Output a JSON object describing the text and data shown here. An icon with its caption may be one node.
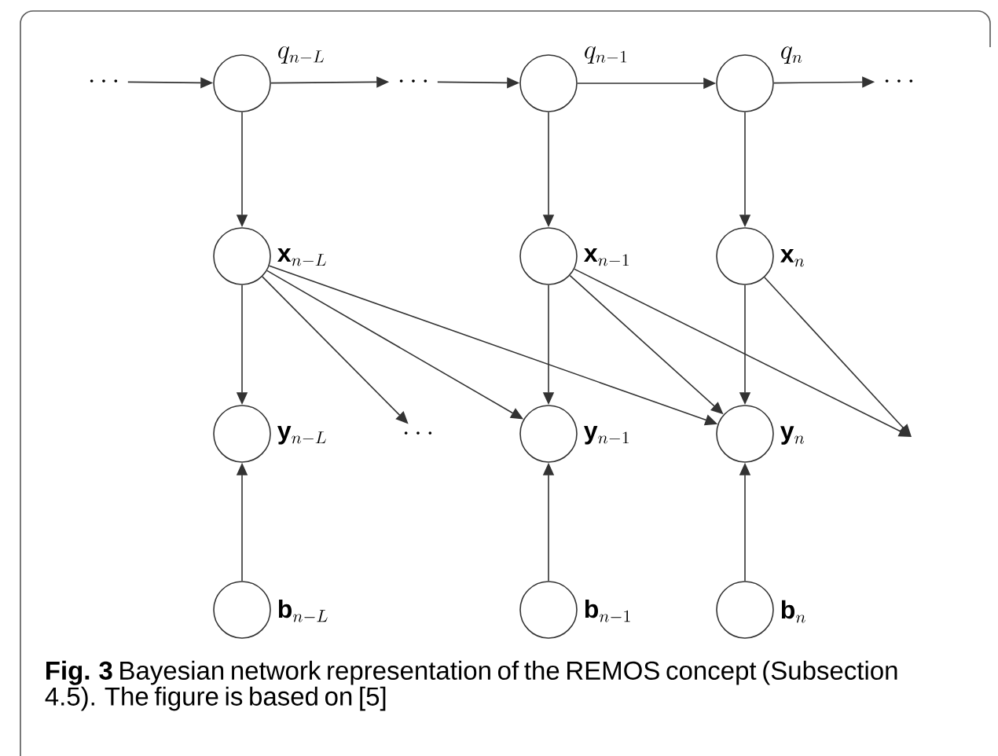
{
  "diagram": {
    "caption": "**Fig. 3** Bayesian network representation of the REMOS concept (Subsection 4.5). The figure is based on [5]",
    "nodes": [
      {
        "text": [
          "\\cdots"
        ]
      },
      {
        "text": [],
        "shape": "circle",
        "beside": [
          "q_{n-L}"
        ]
      },
      {
        "text": [
          "\\cdots"
        ]
      },
      {
        "text": [],
        "shape": "circle",
        "beside": [
          "q_{n-1}"
        ]
      },
      {
        "text": [],
        "shape": "circle",
        "beside": [
          "q_{n}"
        ]
      },
      {
        "text": [
          "\\cdots"
        ]
      },
      {
        "text": [],
        "shape": "circle",
        "beside": [
          "\\mathbf{x}_{n-L}"
        ]
      },
      {
        "text": [],
        "shape": "circle",
        "beside": [
          "\\mathbf{x}_{n-1}"
        ]
      },
      {
        "text": [],
        "shape": "circle",
        "beside": [
          "\\mathbf{x}_{n}"
        ]
      },
      {
        "text": [],
        "shape": "circle",
        "beside": [
          "\\mathbf{y}_{n-L}"
        ]
      },
      {
        "text": [
          "\\cdots"
        ]
      },
      {
        "text": [],
        "shape": "circle",
        "beside": [
          "\\mathbf{y}_{n-1}"
        ]
      },
      {
        "text": [],
        "shape": "circle",
        "beside": [
          "\\mathbf{y}_{n}"
        ]
      },
      {
        "text": [],
        "shape": "circle",
        "beside": [
          "\\mathbf{b}_{n-L}"
        ]
      },
      {
        "text": [],
        "shape": "circle",
        "beside": [
          "\\mathbf{b}_{n-1}"
        ]
      },
      {
        "text": [],
        "shape": "circle",
        "beside": [
          "\\mathbf{b}_{n}"
        ]
      }
    ],
    "edges": [
      {
        "from": 0,
        "to": 1,
        "arrow": "to"
      },
      {
        "from": 1,
        "to": 2,
        "arrow": "to"
      },
      {
        "from": 2,
        "to": 3,
        "arrow": "to"
      },
      {
        "from": 3,
        "to": 4,
        "arrow": "to"
      },
      {
        "from": 4,
        "to": 5,
        "arrow": "to"
      },
      {
        "from": 1,
        "to": 6,
        "arrow": "to"
      },
      {
        "from": 3,
        "to": 7,
        "arrow": "to"
      },
      {
        "from": 4,
        "to": 8,
        "arrow": "to"
      },
      {
        "from": 6,
        "to": 9,
        "arrow": "to"
      },
      {
        "from": 6,
        "to": 10,
        "arrow": "to"
      },
      {
        "from": 6,
        "to": 11,
        "arrow": "to"
      },
      {
        "from": 6,
        "to": 12,
        "arrow": "to"
      },
      {
        "from": 7,
        "to": 11,
        "arrow": "to"
      },
      {
        "from": 7,
        "to": 12,
        "arrow": "to"
      },
      {
        "from": 7,
        "to": null,
        "arrow": "to"
      },
      {
        "from": 8,
        "to": 12,
        "arrow": "to"
      },
      {
        "from": 8,
        "to": null,
        "arrow": "to"
      },
      {
        "from": 13,
        "to": 9,
        "arrow": "to"
      },
      {
        "from": 14,
        "to": 11,
        "arrow": "to"
      },
      {
        "from": 15,
        "to": 12,
        "arrow": "to"
      }
    ]
  }
}
